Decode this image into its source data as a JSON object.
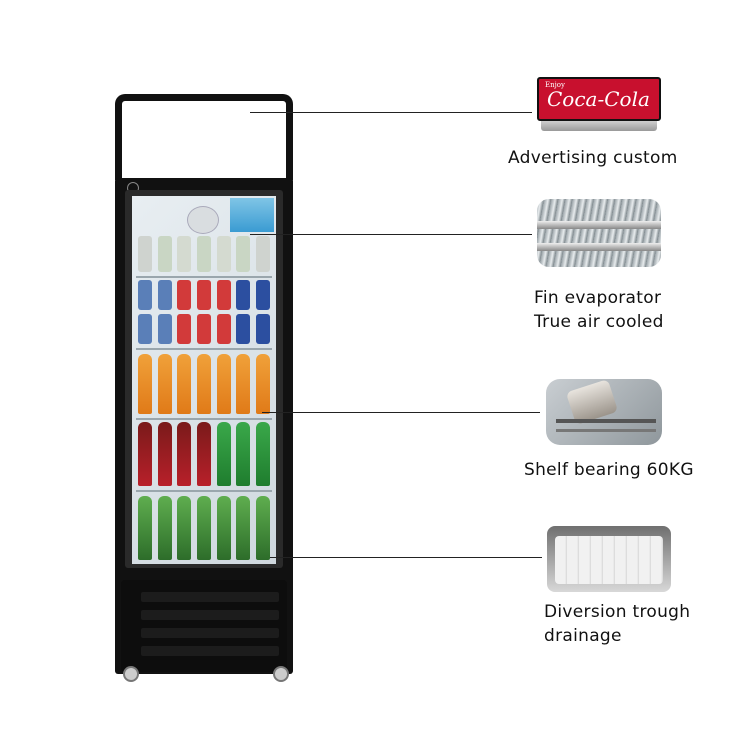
{
  "features": [
    {
      "label": "Advertising custom",
      "thumb_icon": "coca-cola-sign-icon",
      "thumb_text": "Coca-Cola",
      "thumb_tagline": "Enjoy"
    },
    {
      "label_lines": [
        "Fin evaporator",
        "True air cooled"
      ],
      "thumb_icon": "fin-evaporator-icon"
    },
    {
      "label": "Shelf bearing 60KG",
      "thumb_icon": "shelf-bracket-icon"
    },
    {
      "label_lines": [
        "Diversion trough",
        "drainage"
      ],
      "thumb_icon": "drain-trough-icon"
    }
  ],
  "colors": {
    "coke_red": "#c8102e",
    "cabinet": "#111111",
    "leader": "#222222"
  }
}
